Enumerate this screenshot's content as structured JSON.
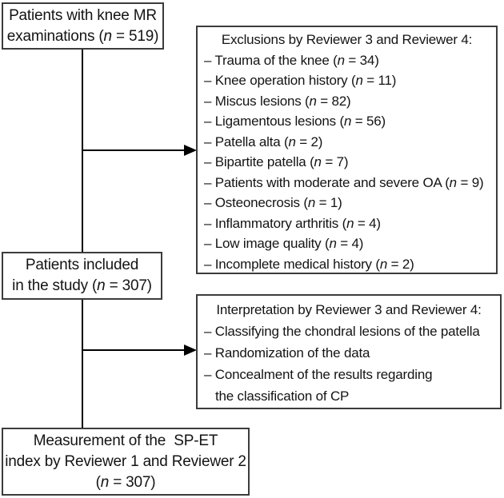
{
  "diagram": {
    "type": "study-flowchart",
    "colors": {
      "border": "#3c3c3c",
      "line": "#000000",
      "text": "#141414",
      "background": "#ffffff"
    },
    "boxes": {
      "knee_mr": {
        "lines": [
          {
            "pre": "Patients with knee MR"
          },
          {
            "pre": "examinations (",
            "var": "n",
            "post": " = 519)"
          }
        ]
      },
      "exclusions": {
        "title": [
          {
            "pre": "Exclusions by Reviewer 3 and Reviewer 4:"
          }
        ],
        "items": [
          {
            "pre": "– Trauma of the knee (",
            "var": "n",
            "post": " = 34)"
          },
          {
            "pre": "– Knee operation history (",
            "var": "n",
            "post": " = 11)"
          },
          {
            "pre": "– Miscus lesions (",
            "var": "n",
            "post": " = 82)"
          },
          {
            "pre": "– Ligamentous lesions (",
            "var": "n",
            "post": " = 56)"
          },
          {
            "pre": "– Patella alta (",
            "var": "n",
            "post": " = 2)"
          },
          {
            "pre": "– Bipartite patella (",
            "var": "n",
            "post": " = 7)"
          },
          {
            "pre": "– Patients with moderate and severe OA (",
            "var": "n",
            "post": " = 9)"
          },
          {
            "pre": "– Osteonecrosis (",
            "var": "n",
            "post": " = 1)"
          },
          {
            "pre": "– Inflammatory arthritis (",
            "var": "n",
            "post": " = 4)"
          },
          {
            "pre": "– Low image quality (",
            "var": "n",
            "post": " = 4)"
          },
          {
            "pre": "– Incomplete medical history (",
            "var": "n",
            "post": " = 2)"
          }
        ]
      },
      "included": {
        "lines": [
          {
            "pre": "Patients included"
          },
          {
            "pre": "in the study (",
            "var": "n",
            "post": " = 307)"
          }
        ]
      },
      "interpretation": {
        "title": [
          {
            "pre": "Interpretation by Reviewer 3 and Reviewer 4:"
          }
        ],
        "items": [
          {
            "pre": "– Classifying the chondral lesions of the patella"
          },
          {
            "pre": "– Randomization of the data"
          },
          {
            "pre": "– Concealment of the results regarding"
          },
          {
            "pre": "the classification of CP",
            "indent": true
          }
        ]
      },
      "measurement": {
        "lines": [
          {
            "pre": "Measurement of the  SP-ET"
          },
          {
            "pre": "index by Reviewer 1 and Reviewer 2"
          },
          {
            "pre": "(",
            "var": "n",
            "post": " = 307)"
          }
        ]
      }
    }
  }
}
